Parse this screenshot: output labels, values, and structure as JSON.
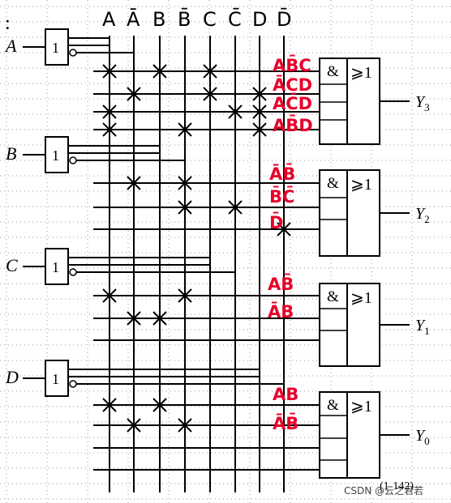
{
  "inputs": [
    "A",
    "B",
    "C",
    "D"
  ],
  "inverter_symbol": "1",
  "column_labels": [
    "A",
    "Ā",
    "B",
    "B̄",
    "C",
    "C̄",
    "D",
    "D̄"
  ],
  "and_symbol": "&",
  "or_symbol": "⩾1",
  "outputs": [
    {
      "name": "Y",
      "sub": "3"
    },
    {
      "name": "Y",
      "sub": "2"
    },
    {
      "name": "Y",
      "sub": "1"
    },
    {
      "name": "Y",
      "sub": "0"
    }
  ],
  "term_annotations": [
    [
      "AB̄C",
      "ĀCD",
      "AC̄D",
      "AB̄D"
    ],
    [
      "ĀB̄",
      "B̄C̄",
      "D̄"
    ],
    [
      "AB̄",
      "ĀB"
    ],
    [
      "AB",
      "ĀB̄"
    ]
  ],
  "figure_number": "(1-142)",
  "watermark": "CSDN @云之君若",
  "colors": {
    "ink": "#000000",
    "annotation": "#e8002a",
    "dots": "#9a9a9a"
  }
}
